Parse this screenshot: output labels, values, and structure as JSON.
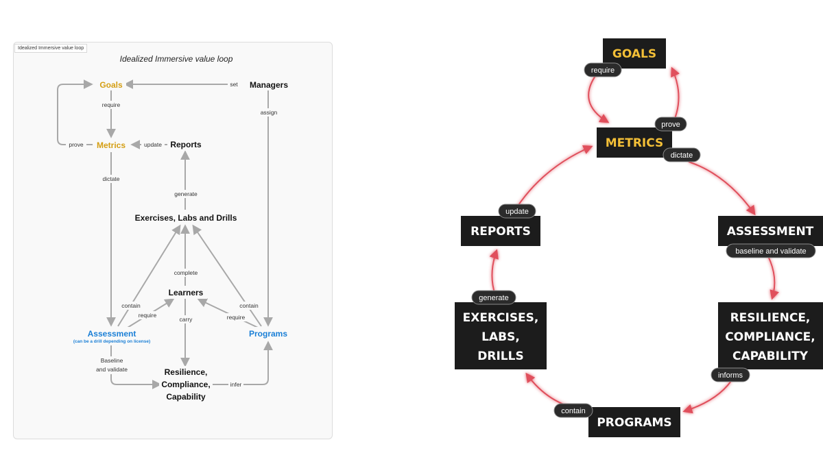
{
  "left": {
    "frame_label": "Idealized Immersive value loop",
    "title": "Idealized Immersive value loop",
    "nodes": {
      "goals": "Goals",
      "managers": "Managers",
      "metrics": "Metrics",
      "reports": "Reports",
      "exercises": "Exercises, Labs and Drills",
      "learners": "Learners",
      "assessment": "Assessment",
      "assessment_note": "(can be a drill depending on license)",
      "programs": "Programs",
      "resilience_1": "Resilience,",
      "resilience_2": "Compliance,",
      "resilience_3": "Capability"
    },
    "edges": {
      "set": "set",
      "require": "require",
      "assign": "assign",
      "prove": "prove",
      "update": "update",
      "dictate": "dictate",
      "generate": "generate",
      "complete": "complete",
      "contain_left": "contain",
      "require_left": "require",
      "contain_right": "contain",
      "require_right": "require",
      "carry": "carry",
      "baseline_1": "Baseline",
      "baseline_2": "and validate",
      "infer": "infer"
    }
  },
  "right": {
    "nodes": {
      "goals": "GOALS",
      "metrics": "METRICS",
      "assessment": "ASSESSMENT",
      "resilience_1": "RESILIENCE,",
      "resilience_2": "COMPLIANCE,",
      "resilience_3": "CAPABILITY",
      "programs": "PROGRAMS",
      "exercises_1": "EXERCISES,",
      "exercises_2": "LABS,",
      "exercises_3": "DRILLS",
      "reports": "REPORTS"
    },
    "edges": {
      "require": "require",
      "prove": "prove",
      "dictate": "dictate",
      "baseline": "baseline and validate",
      "informs": "informs",
      "contain": "contain",
      "generate": "generate",
      "update": "update"
    }
  },
  "colors": {
    "gold": "#d49e13",
    "blue": "#1a7fd6",
    "grey_edge": "#a8a8a8",
    "red_edge": "#e0505c",
    "box_bg": "#1c1c1c",
    "box_gold_text": "#f3bf37"
  }
}
